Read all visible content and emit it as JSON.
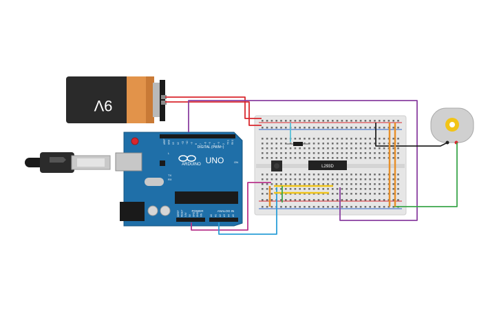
{
  "battery": {
    "label": "9V"
  },
  "arduino": {
    "brand": "ARDUINO",
    "model": "UNO",
    "digital_label": "DIGITAL (PWM~)",
    "power_label": "POWER",
    "analog_label": "ANALOG IN",
    "pins_digital": [
      "AREF",
      "GND",
      "13",
      "12",
      "~11",
      "~10",
      "~9",
      "8",
      "7",
      "~6",
      "~5",
      "4",
      "~3",
      "2",
      "TX 1",
      "RX 0"
    ],
    "pins_power": [
      "IOREF",
      "RESET",
      "3.3V",
      "5V",
      "GND",
      "GND",
      "VIN"
    ],
    "pins_analog": [
      "A0",
      "A1",
      "A2",
      "A3",
      "A4",
      "A5"
    ],
    "tx_label": "TX",
    "rx_label": "RX",
    "l_label": "L",
    "on_label": "ON"
  },
  "driver_chip": {
    "label": "L293D"
  },
  "colors": {
    "wire_red": "#d9262c",
    "wire_black": "#222222",
    "wire_purple": "#8a3fa0",
    "wire_magenta": "#b8328a",
    "wire_blue": "#2a9ed8",
    "wire_green": "#3aa64a",
    "wire_orange": "#e8902a",
    "wire_yellow": "#f0c419",
    "wire_cyan": "#56c0d8",
    "board_blue": "#1f6fa8",
    "breadboard": "#e6e6e6"
  }
}
